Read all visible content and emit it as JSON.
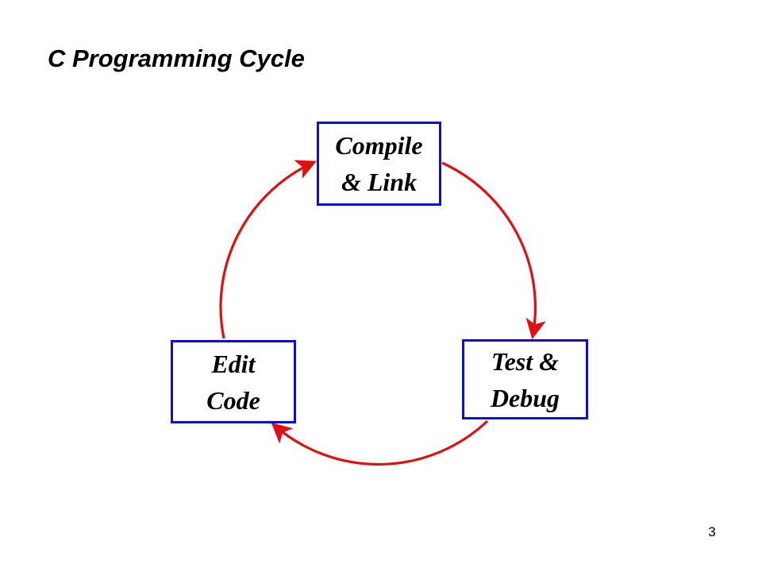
{
  "slide": {
    "title": "C Programming Cycle",
    "page_number": "3"
  },
  "diagram": {
    "type": "cycle",
    "nodes": [
      {
        "id": "compile",
        "lines": [
          "Compile",
          "& Link"
        ]
      },
      {
        "id": "test",
        "lines": [
          "Test &",
          "Debug"
        ]
      },
      {
        "id": "edit",
        "lines": [
          "Edit",
          "Code"
        ]
      }
    ],
    "edges": [
      {
        "from": "compile",
        "to": "test"
      },
      {
        "from": "test",
        "to": "edit"
      },
      {
        "from": "edit",
        "to": "compile"
      }
    ],
    "colors": {
      "box_border": "#1010c8",
      "arrow": "#e01010"
    }
  }
}
